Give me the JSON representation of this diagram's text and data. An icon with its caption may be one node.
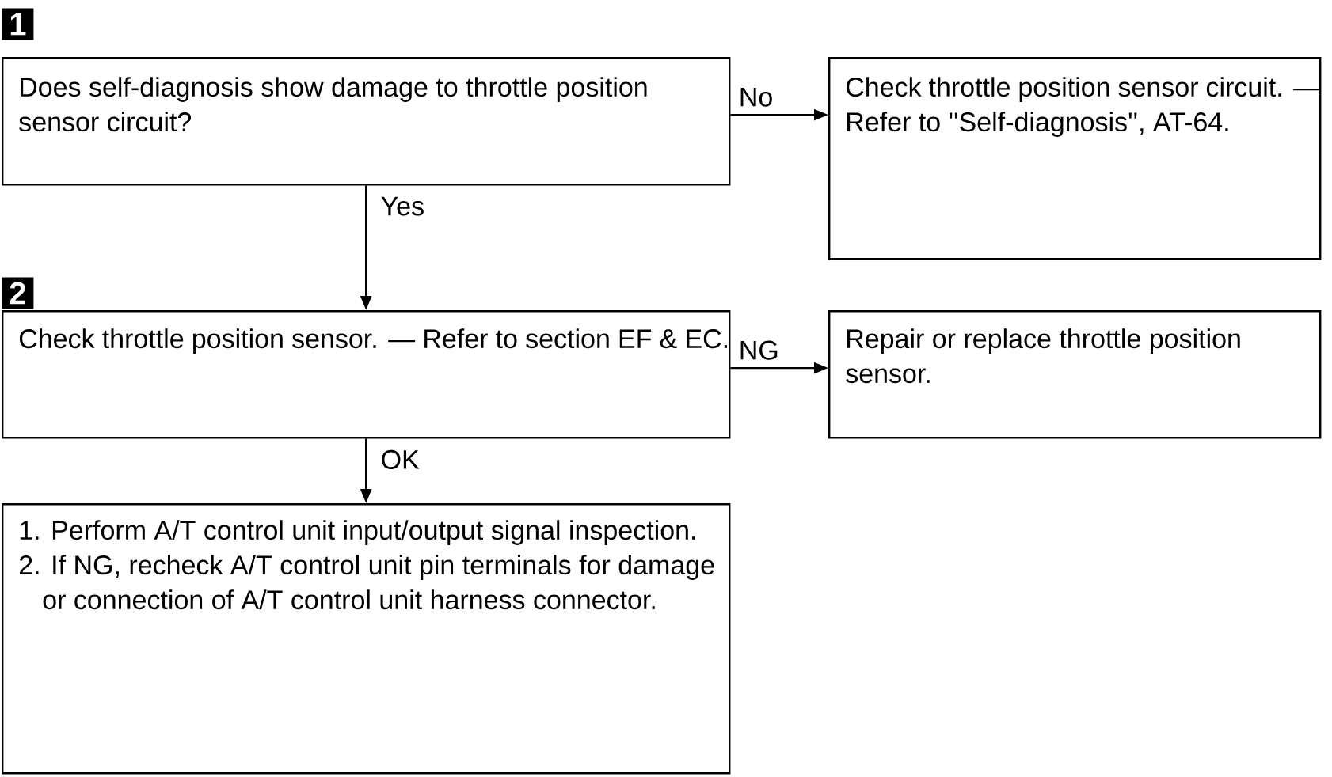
{
  "diagram": {
    "nodes": [
      {
        "text": [
          "Does self-diagnosis show damage to throttle position sensor circuit?"
        ],
        "beside": [
          "1"
        ]
      },
      {
        "text": [
          "Check throttle position sensor circuit. — Refer to ''Self-diagnosis'', AT-64."
        ]
      },
      {
        "text": [
          "Check throttle position sensor. — Refer to section EF & EC."
        ],
        "beside": [
          "2"
        ]
      },
      {
        "text": [
          "Repair or replace throttle position sensor."
        ]
      },
      {
        "text": [
          "1. Perform A/T control unit input/output signal inspection.",
          "2. If NG, recheck A/T control unit pin terminals for damage or connection of A/T control unit harness connector."
        ]
      }
    ],
    "edges": [
      {
        "from": 0,
        "to": 1,
        "arrow": "to",
        "label": "No"
      },
      {
        "from": 0,
        "to": 2,
        "arrow": "to",
        "label": "Yes"
      },
      {
        "from": 2,
        "to": 3,
        "arrow": "to",
        "label": "NG"
      },
      {
        "from": 2,
        "to": 4,
        "arrow": "to",
        "label": "OK"
      }
    ]
  }
}
